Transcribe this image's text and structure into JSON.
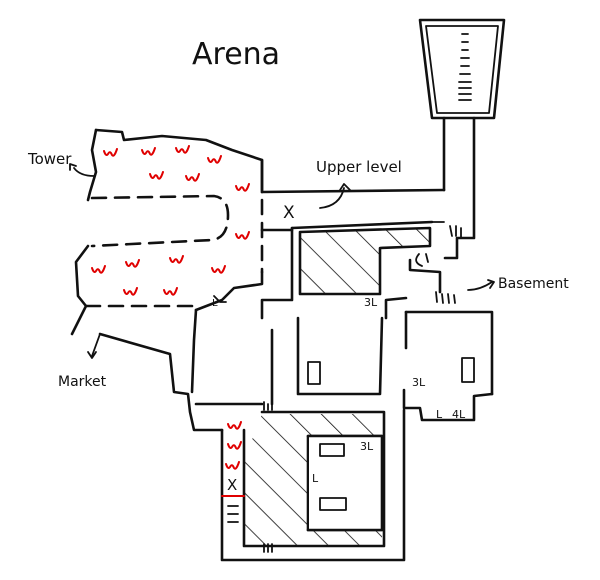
{
  "title": "Arena",
  "labels": {
    "tower": "Tower",
    "market": "Market",
    "upper_level": "Upper level",
    "basement": "Basement",
    "x1": "X",
    "x2": "X",
    "l1": "L",
    "l2": "L",
    "l3": "L",
    "l3l_a": "3L",
    "l3l_b": "3L",
    "l3l_c": "3L",
    "l4l": "4L"
  },
  "colors": {
    "ink": "#111111",
    "lava": "#e00000",
    "paper": "#ffffff"
  },
  "icons": {
    "lava": "lava-wave-icon",
    "stairs": "stairs-icon",
    "arrow": "arrow-icon"
  }
}
